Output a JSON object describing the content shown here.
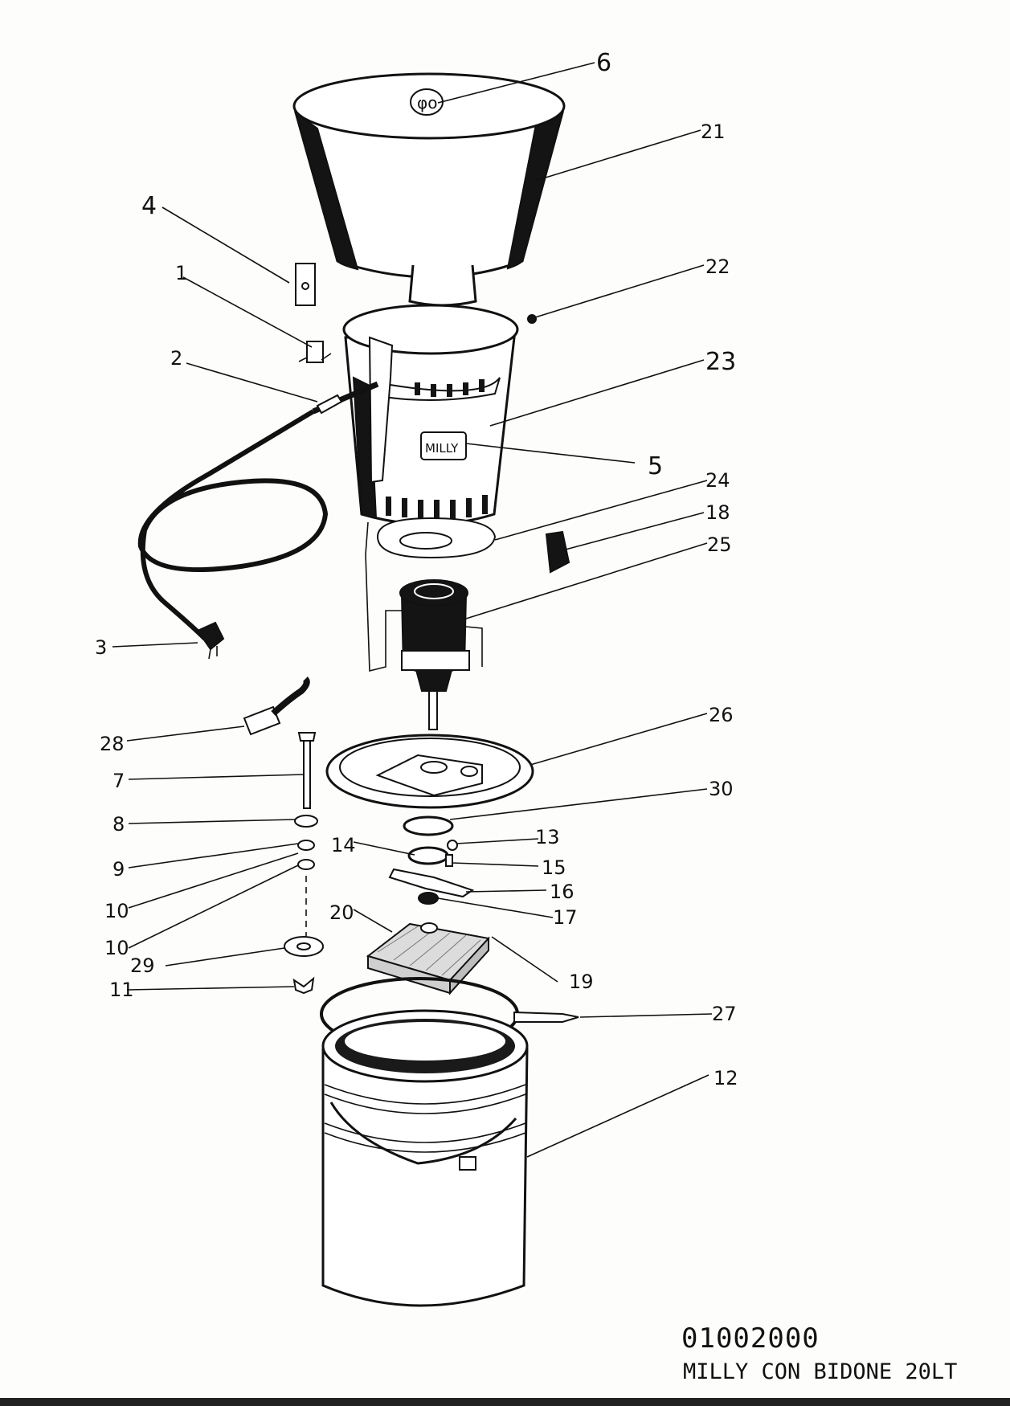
{
  "document": {
    "code": "01002000",
    "title": "MILLY CON BIDONE 20LT"
  },
  "brand_plate": "MILLY",
  "part_labels": [
    {
      "id": "6",
      "text": "6"
    },
    {
      "id": "21",
      "text": "21"
    },
    {
      "id": "4",
      "text": "4"
    },
    {
      "id": "1",
      "text": "1"
    },
    {
      "id": "22",
      "text": "22"
    },
    {
      "id": "2",
      "text": "2"
    },
    {
      "id": "23",
      "text": "23"
    },
    {
      "id": "5",
      "text": "5"
    },
    {
      "id": "24",
      "text": "24"
    },
    {
      "id": "18",
      "text": "18"
    },
    {
      "id": "25",
      "text": "25"
    },
    {
      "id": "3",
      "text": "3"
    },
    {
      "id": "28",
      "text": "28"
    },
    {
      "id": "26",
      "text": "26"
    },
    {
      "id": "7",
      "text": "7"
    },
    {
      "id": "30",
      "text": "30"
    },
    {
      "id": "8",
      "text": "8"
    },
    {
      "id": "13",
      "text": "13"
    },
    {
      "id": "14",
      "text": "14"
    },
    {
      "id": "9",
      "text": "9"
    },
    {
      "id": "15",
      "text": "15"
    },
    {
      "id": "16",
      "text": "16"
    },
    {
      "id": "10a",
      "text": "10"
    },
    {
      "id": "17",
      "text": "17"
    },
    {
      "id": "20",
      "text": "20"
    },
    {
      "id": "10b",
      "text": "10"
    },
    {
      "id": "19",
      "text": "19"
    },
    {
      "id": "29",
      "text": "29"
    },
    {
      "id": "11",
      "text": "11"
    },
    {
      "id": "27",
      "text": "27"
    },
    {
      "id": "12",
      "text": "12"
    }
  ]
}
